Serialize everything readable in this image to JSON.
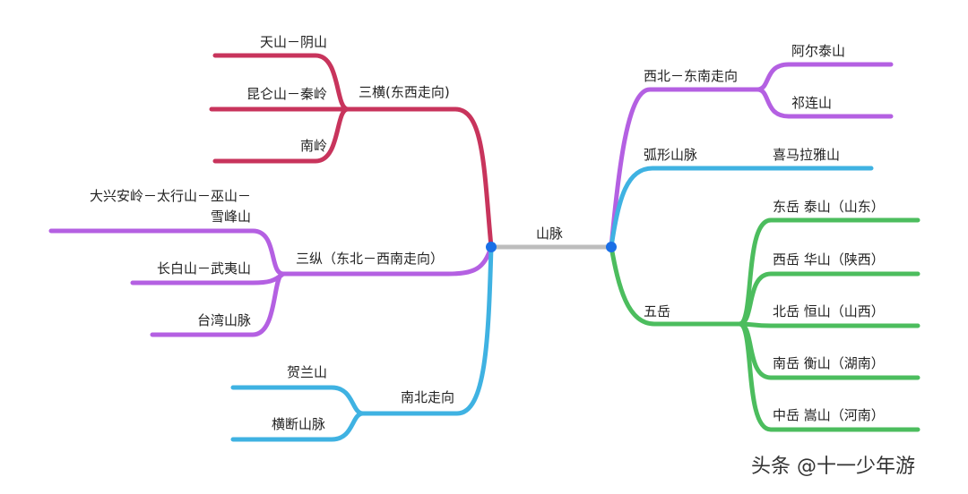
{
  "colors": {
    "red": "#c8345c",
    "purple": "#b460e2",
    "blue": "#3fb2e2",
    "green": "#4cbd5e",
    "gray": "#bdbdbd",
    "hub": "#1a6fe6"
  },
  "root": "山脉",
  "left": {
    "heng": {
      "label": "三横(东西走向)",
      "items": [
        "天山－阴山",
        "昆仑山－秦岭",
        "南岭"
      ]
    },
    "zong": {
      "label": "三纵（东北－西南走向）",
      "items": [
        "大兴安岭－太行山－巫山－",
        "雪峰山",
        "长白山－武夷山",
        "台湾山脉"
      ]
    },
    "nanbei": {
      "label": "南北走向",
      "items": [
        "贺兰山",
        "横断山脉"
      ]
    }
  },
  "right": {
    "xibei": {
      "label": "西北－东南走向",
      "items": [
        "阿尔泰山",
        "祁连山"
      ]
    },
    "huxing": {
      "label": "弧形山脉",
      "items": [
        "喜马拉雅山"
      ]
    },
    "wuyue": {
      "label": "五岳",
      "items": [
        "东岳 泰山（山东）",
        "西岳 华山（陕西）",
        "北岳 恒山（山西）",
        "南岳 衡山（湖南）",
        "中岳 嵩山（河南）"
      ]
    }
  },
  "watermark": "头条 @十一少年游"
}
